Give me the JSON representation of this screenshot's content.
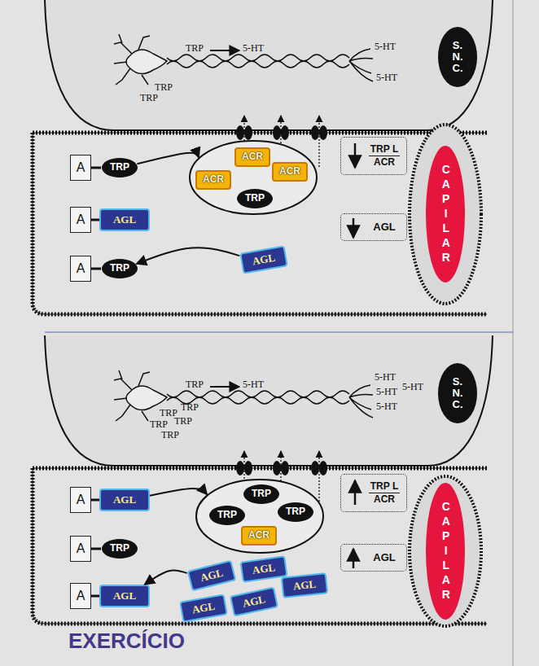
{
  "diagram": {
    "nodes": [
      {
        "text": [
          "S. N. C."
        ]
      },
      {
        "text": [
          "A"
        ]
      },
      {
        "text": [
          "TRP"
        ]
      },
      {
        "text": [
          "A"
        ]
      },
      {
        "text": [
          "AGL"
        ]
      },
      {
        "text": [
          "A"
        ]
      },
      {
        "text": [
          "TRP"
        ]
      },
      {
        "text": []
      },
      {
        "text": [
          "ACR"
        ],
        "in": 7
      },
      {
        "text": [
          "ACR"
        ],
        "in": 7
      },
      {
        "text": [
          "ACR"
        ],
        "in": 7
      },
      {
        "text": [
          "TRP"
        ],
        "in": 7
      },
      {
        "text": [
          "TRP L",
          "ACR"
        ]
      },
      {
        "text": [
          "AGL"
        ]
      },
      {
        "text": [
          "AGL"
        ]
      },
      {
        "text": [
          "CAPILAR"
        ]
      },
      {
        "text": [
          "S. N. C."
        ]
      },
      {
        "text": [
          "A"
        ]
      },
      {
        "text": [
          "AGL"
        ]
      },
      {
        "text": [
          "A"
        ]
      },
      {
        "text": [
          "TRP"
        ]
      },
      {
        "text": [
          "A"
        ]
      },
      {
        "text": [
          "AGL"
        ]
      },
      {
        "text": []
      },
      {
        "text": [
          "TRP"
        ],
        "in": 23
      },
      {
        "text": [
          "TRP"
        ],
        "in": 23
      },
      {
        "text": [
          "TRP"
        ],
        "in": 23
      },
      {
        "text": [
          "ACR"
        ],
        "in": 23
      },
      {
        "text": [
          "TRP L",
          "ACR"
        ]
      },
      {
        "text": [
          "AGL"
        ]
      },
      {
        "text": [
          "AGL"
        ]
      },
      {
        "text": [
          "AGL"
        ]
      },
      {
        "text": [
          "AGL"
        ]
      },
      {
        "text": [
          "AGL"
        ]
      },
      {
        "text": [
          "AGL"
        ]
      },
      {
        "text": [
          "CAPILAR"
        ]
      }
    ],
    "edges": [
      {
        "from": 1,
        "to": 2,
        "arrow": "none"
      },
      {
        "from": 3,
        "to": 4,
        "arrow": "none"
      },
      {
        "from": 5,
        "to": 6,
        "arrow": "none"
      },
      {
        "from": 2,
        "to": 7,
        "arrow": "to"
      },
      {
        "from": 14,
        "to": 6,
        "arrow": "to"
      },
      {
        "from": 17,
        "to": 18,
        "arrow": "none"
      },
      {
        "from": 19,
        "to": 20,
        "arrow": "none"
      },
      {
        "from": 21,
        "to": 22,
        "arrow": "none"
      },
      {
        "from": 18,
        "to": 23,
        "arrow": "to"
      },
      {
        "from": 30,
        "to": 22,
        "arrow": "to"
      }
    ],
    "labels": [
      "TRP",
      "5-HT",
      "5-HT",
      "5-HT",
      "TRP",
      "TRP",
      "TRP",
      "5-HT",
      "5-HT",
      "5-HT",
      "5-HT",
      "5-HT",
      "TRP",
      "TRP",
      "TRP",
      "TRP",
      "TRP",
      "EXERCÍCIO"
    ]
  }
}
